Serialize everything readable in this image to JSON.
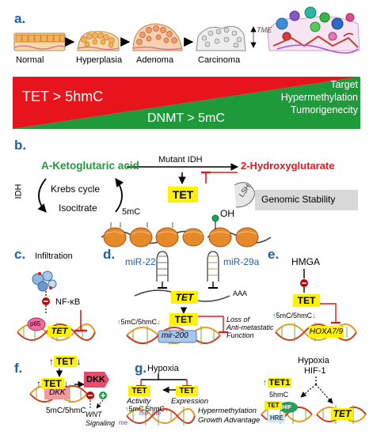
{
  "panel_a": {
    "label": "a.",
    "stages": [
      "Normal",
      "Hyperplasia",
      "Adenoma",
      "Carcinoma"
    ],
    "tme": "TME",
    "banner_left": "TET  > 5hmC",
    "banner_right": "DNMT > 5mC",
    "outcome_lines": [
      "Target",
      "Hypermethylation",
      "Tumorigenecity"
    ],
    "colors": {
      "red": "#e8141c",
      "green": "#1f9a3b"
    }
  },
  "panel_b": {
    "label": "b.",
    "akg": "A-Ketoglutaric acid",
    "mutant_idh": "Mutant IDH",
    "hg": "2-Hydroxyglutarate",
    "tet": "TET",
    "krebs": "Krebs cycle",
    "idh": "IDH",
    "isocitrate": "Isocitrate",
    "mc5": "5mC",
    "lsh": "LSH",
    "oh": "OH",
    "genomic": "Genomic Stability"
  },
  "panel_c": {
    "label": "c.",
    "infiltration": "Infiltration",
    "nfkb": "NF-κB",
    "p65": "p65",
    "tet": "TET"
  },
  "panel_d": {
    "label": "d.",
    "mir22": "miR-22",
    "mir29a": "miR-29a",
    "aaa": "AAA",
    "tet1": "TET",
    "tet2": "TET",
    "ratio": "5mC/5hmC",
    "mir200": "mir-200",
    "loss_line1": "Loss of",
    "loss_line2": "Anti-metastatic",
    "loss_line3": "Function"
  },
  "panel_e": {
    "label": "e.",
    "hmga": "HMGA",
    "tet": "TET",
    "ratio": "5mC/5hmC",
    "hoxa": "HOXA7/9"
  },
  "panel_f": {
    "label": "f.",
    "tet1": "TET",
    "tet2": "TET",
    "dkk1": "DKK",
    "dkk2": "DKK",
    "ratio": "5mC/5hmC",
    "wnt1": "WNT",
    "wnt2": "Signaling"
  },
  "panel_g": {
    "label": "g.",
    "hypoxia": "Hypoxia",
    "tet_a": "TET",
    "tet_b": "TET",
    "activity": "Activity",
    "expression": "Expression",
    "mc5": "5mC",
    "hmc5": "5hmC",
    "me1": "me",
    "me2": "me",
    "me3": "me",
    "hyper": "Hypermethylation",
    "growth": "Growth Advantage",
    "hypoxia2": "Hypoxia",
    "hif": "HIF-1",
    "tet1": "TET1",
    "hmc5b": "5hmC",
    "tet_c": "TET",
    "hif_badge": "HIF",
    "hre": "HRE",
    "tet_d": "TET"
  }
}
